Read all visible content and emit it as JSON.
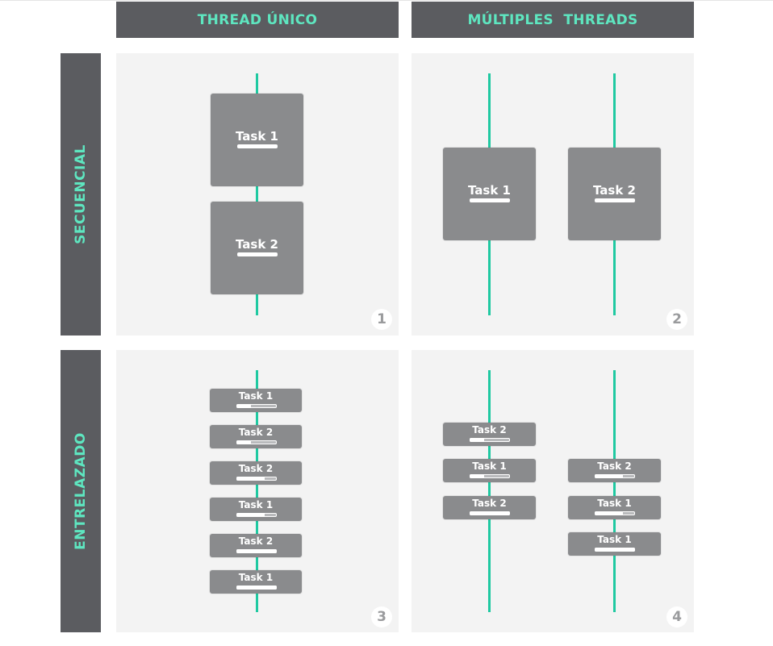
{
  "columns": [
    "THREAD ÚNICO",
    "MÚLTIPLES  THREADS"
  ],
  "rows": [
    "SECUENCIAL",
    "ENTRELAZADO"
  ],
  "colors": {
    "header_bg": "#5b5c60",
    "header_text": "#5ee6c0",
    "thread": "#1fc9a1",
    "task_bg": "#8a8b8d",
    "panel_bg": "#f3f3f3"
  },
  "panels": [
    {
      "number": "1",
      "threads": [
        {
          "tasks": [
            {
              "label": "Task 1",
              "progress": 1.0
            },
            {
              "label": "Task 2",
              "progress": 1.0
            }
          ]
        }
      ]
    },
    {
      "number": "2",
      "threads": [
        {
          "tasks": [
            {
              "label": "Task 1",
              "progress": 1.0
            }
          ]
        },
        {
          "tasks": [
            {
              "label": "Task 2",
              "progress": 1.0
            }
          ]
        }
      ]
    },
    {
      "number": "3",
      "threads": [
        {
          "tasks": [
            {
              "label": "Task 1",
              "progress": 0.35
            },
            {
              "label": "Task 2",
              "progress": 0.35
            },
            {
              "label": "Task 2",
              "progress": 0.7
            },
            {
              "label": "Task 1",
              "progress": 0.7
            },
            {
              "label": "Task 2",
              "progress": 1.0
            },
            {
              "label": "Task 1",
              "progress": 1.0
            }
          ]
        }
      ]
    },
    {
      "number": "4",
      "threads": [
        {
          "tasks": [
            {
              "label": "Task 2",
              "progress": 0.35
            },
            {
              "label": "Task 1",
              "progress": 0.35
            },
            {
              "label": "Task 2",
              "progress": 1.0
            }
          ]
        },
        {
          "tasks": [
            {
              "label": "Task 2",
              "progress": 0.7
            },
            {
              "label": "Task 1",
              "progress": 0.7
            },
            {
              "label": "Task 1",
              "progress": 1.0
            }
          ]
        }
      ]
    }
  ]
}
